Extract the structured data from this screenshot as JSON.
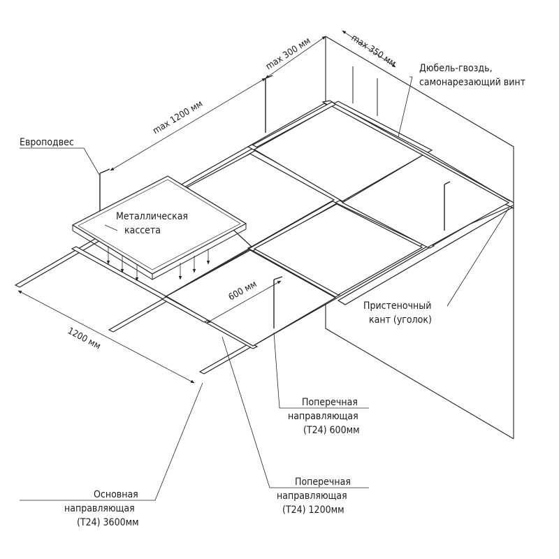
{
  "labels": {
    "europodves": "Европодвес",
    "metal_cassette_line1": "Металлическая",
    "metal_cassette_line2": "кассета",
    "dowel_line1": "Дюбель-гвоздь,",
    "dowel_line2": "самонарезающий винт",
    "wall_trim_line1": "Пристеночный",
    "wall_trim_line2": "кант (уголок)",
    "cross600_line1": "Поперечная",
    "cross600_line2": "направляющая",
    "cross600_line3": "(T24) 600мм",
    "cross1200_line1": "Поперечная",
    "cross1200_line2": "направляющая",
    "cross1200_line3": "(T24) 1200мм",
    "main_line1": "Основная",
    "main_line2": "направляющая",
    "main_line3": "(T24) 3600мм"
  },
  "dimensions": {
    "max1200": "max 1200 мм",
    "max300": "max 300 мм",
    "max350": "max 350 мм",
    "d600": "600 мм",
    "d1200": "1200 мм"
  }
}
